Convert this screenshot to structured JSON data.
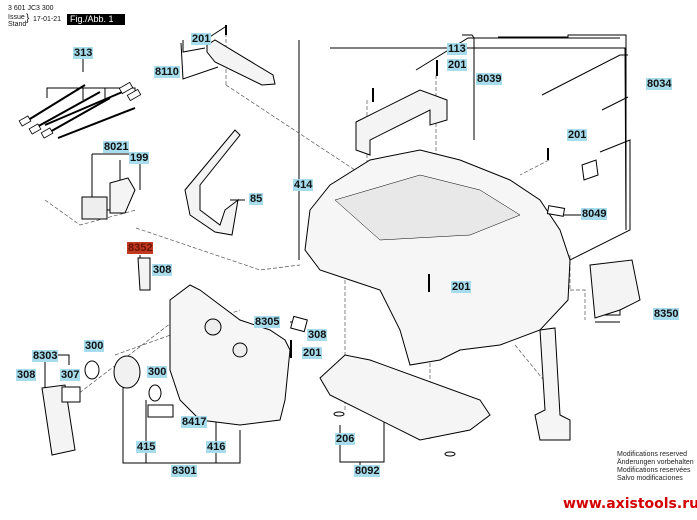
{
  "header": {
    "doc_number": "3 601 JC3 300",
    "issue_label_1": "Issue",
    "issue_label_2": "Stand",
    "date": "17-01-21",
    "figure_label": "Fig./Abb. 1"
  },
  "part_labels": [
    {
      "id": "313",
      "highlight": "normal"
    },
    {
      "id": "201",
      "highlight": "normal"
    },
    {
      "id": "8110",
      "highlight": "normal"
    },
    {
      "id": "113",
      "highlight": "normal"
    },
    {
      "id": "201",
      "highlight": "normal"
    },
    {
      "id": "8039",
      "highlight": "normal"
    },
    {
      "id": "8034",
      "highlight": "normal"
    },
    {
      "id": "201",
      "highlight": "normal"
    },
    {
      "id": "8021",
      "highlight": "normal"
    },
    {
      "id": "199",
      "highlight": "normal"
    },
    {
      "id": "85",
      "highlight": "normal"
    },
    {
      "id": "414",
      "highlight": "normal"
    },
    {
      "id": "8049",
      "highlight": "normal"
    },
    {
      "id": "8352",
      "highlight": "red"
    },
    {
      "id": "308",
      "highlight": "normal"
    },
    {
      "id": "201",
      "highlight": "normal"
    },
    {
      "id": "8350",
      "highlight": "normal"
    },
    {
      "id": "8305",
      "highlight": "normal"
    },
    {
      "id": "308",
      "highlight": "normal"
    },
    {
      "id": "201",
      "highlight": "normal"
    },
    {
      "id": "300",
      "highlight": "normal"
    },
    {
      "id": "8303",
      "highlight": "normal"
    },
    {
      "id": "308",
      "highlight": "normal"
    },
    {
      "id": "307",
      "highlight": "normal"
    },
    {
      "id": "300",
      "highlight": "normal"
    },
    {
      "id": "8417",
      "highlight": "normal"
    },
    {
      "id": "415",
      "highlight": "normal"
    },
    {
      "id": "416",
      "highlight": "normal"
    },
    {
      "id": "8301",
      "highlight": "normal"
    },
    {
      "id": "206",
      "highlight": "normal"
    },
    {
      "id": "8092",
      "highlight": "normal"
    }
  ],
  "footer": {
    "notice": [
      "Modifications reserved",
      "Änderungen vorbehalten",
      "Modifications reservées",
      "Salvo modificaciones"
    ],
    "website": "www.axistools.ru"
  },
  "colors": {
    "label_bg": "#a6dcec",
    "label_red_bg": "#c0391f",
    "website": "#d40000"
  }
}
